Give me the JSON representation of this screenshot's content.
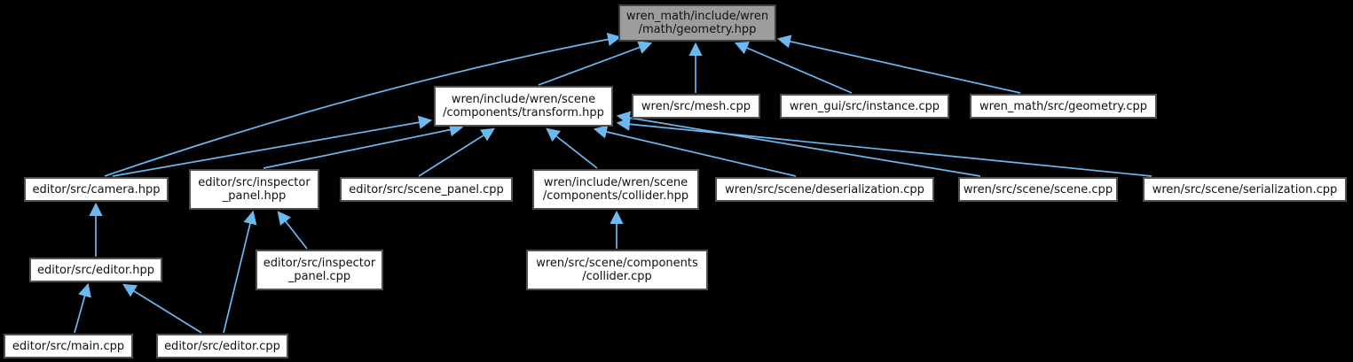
{
  "diagram": {
    "type": "include-dependency-graph",
    "root_file": "wren_math/include/wren/math/geometry.hpp"
  },
  "colors": {
    "background": "#000000",
    "node_fill": "#ffffff",
    "node_border": "#4f4f4f",
    "root_node_fill": "#9d9d9d",
    "edge": "#6cb8f0",
    "text": "#111111"
  },
  "nodes": [
    {
      "id": "geometry-hpp",
      "label": "wren_math/include/wren\n/math/geometry.hpp",
      "highlighted": true
    },
    {
      "id": "transform-hpp",
      "label": "wren/include/wren/scene\n/components/transform.hpp",
      "highlighted": false
    },
    {
      "id": "mesh-cpp",
      "label": "wren/src/mesh.cpp",
      "highlighted": false
    },
    {
      "id": "instance-cpp",
      "label": "wren_gui/src/instance.cpp",
      "highlighted": false
    },
    {
      "id": "geometry-src-cpp",
      "label": "wren_math/src/geometry.cpp",
      "highlighted": false
    },
    {
      "id": "camera-hpp",
      "label": "editor/src/camera.hpp",
      "highlighted": false
    },
    {
      "id": "inspector-panel-hpp",
      "label": "editor/src/inspector\n_panel.hpp",
      "highlighted": false
    },
    {
      "id": "scene-panel-cpp",
      "label": "editor/src/scene_panel.cpp",
      "highlighted": false
    },
    {
      "id": "collider-hpp",
      "label": "wren/include/wren/scene\n/components/collider.hpp",
      "highlighted": false
    },
    {
      "id": "deserialization-cpp",
      "label": "wren/src/scene/deserialization.cpp",
      "highlighted": false
    },
    {
      "id": "scene-cpp",
      "label": "wren/src/scene/scene.cpp",
      "highlighted": false
    },
    {
      "id": "serialization-cpp",
      "label": "wren/src/scene/serialization.cpp",
      "highlighted": false
    },
    {
      "id": "editor-hpp",
      "label": "editor/src/editor.hpp",
      "highlighted": false
    },
    {
      "id": "inspector-panel-cpp",
      "label": "editor/src/inspector\n_panel.cpp",
      "highlighted": false
    },
    {
      "id": "collider-cpp",
      "label": "wren/src/scene/components\n/collider.cpp",
      "highlighted": false
    },
    {
      "id": "main-cpp",
      "label": "editor/src/main.cpp",
      "highlighted": false
    },
    {
      "id": "editor-cpp",
      "label": "editor/src/editor.cpp",
      "highlighted": false
    }
  ],
  "edges": [
    {
      "from": "camera-hpp",
      "to": "geometry-hpp"
    },
    {
      "from": "transform-hpp",
      "to": "geometry-hpp"
    },
    {
      "from": "mesh-cpp",
      "to": "geometry-hpp"
    },
    {
      "from": "instance-cpp",
      "to": "geometry-hpp"
    },
    {
      "from": "geometry-src-cpp",
      "to": "geometry-hpp"
    },
    {
      "from": "camera-hpp",
      "to": "transform-hpp"
    },
    {
      "from": "inspector-panel-hpp",
      "to": "transform-hpp"
    },
    {
      "from": "scene-panel-cpp",
      "to": "transform-hpp"
    },
    {
      "from": "collider-hpp",
      "to": "transform-hpp"
    },
    {
      "from": "deserialization-cpp",
      "to": "transform-hpp"
    },
    {
      "from": "scene-cpp",
      "to": "transform-hpp"
    },
    {
      "from": "serialization-cpp",
      "to": "transform-hpp"
    },
    {
      "from": "editor-hpp",
      "to": "camera-hpp"
    },
    {
      "from": "inspector-panel-cpp",
      "to": "inspector-panel-hpp"
    },
    {
      "from": "editor-cpp",
      "to": "inspector-panel-hpp"
    },
    {
      "from": "collider-cpp",
      "to": "collider-hpp"
    },
    {
      "from": "main-cpp",
      "to": "editor-hpp"
    },
    {
      "from": "editor-cpp",
      "to": "editor-hpp"
    }
  ]
}
